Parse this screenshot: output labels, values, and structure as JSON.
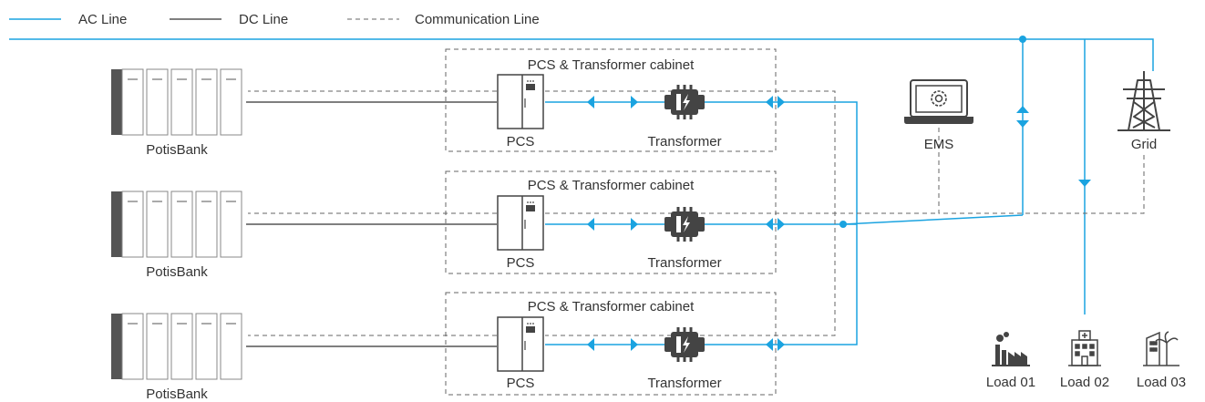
{
  "legend": {
    "ac_label": "AC Line",
    "dc_label": "DC Line",
    "comm_label": "Communication Line"
  },
  "rows": [
    {
      "bank_label": "PotisBank",
      "cabinet_label": "PCS & Transformer cabinet",
      "pcs_label": "PCS",
      "transformer_label": "Transformer"
    },
    {
      "bank_label": "PotisBank",
      "cabinet_label": "PCS & Transformer cabinet",
      "pcs_label": "PCS",
      "transformer_label": "Transformer"
    },
    {
      "bank_label": "PotisBank",
      "cabinet_label": "PCS & Transformer cabinet",
      "pcs_label": "PCS",
      "transformer_label": "Transformer"
    }
  ],
  "ems": {
    "label": "EMS"
  },
  "grid": {
    "label": "Grid"
  },
  "loads": [
    {
      "label": "Load 01",
      "icon": "factory-icon"
    },
    {
      "label": "Load 02",
      "icon": "hospital-icon"
    },
    {
      "label": "Load 03",
      "icon": "building-tree-icon"
    }
  ],
  "colors": {
    "ac_line": "#1aa3e0",
    "dc_line": "#333333",
    "comm_line": "#666666",
    "equipment": "#444444"
  }
}
